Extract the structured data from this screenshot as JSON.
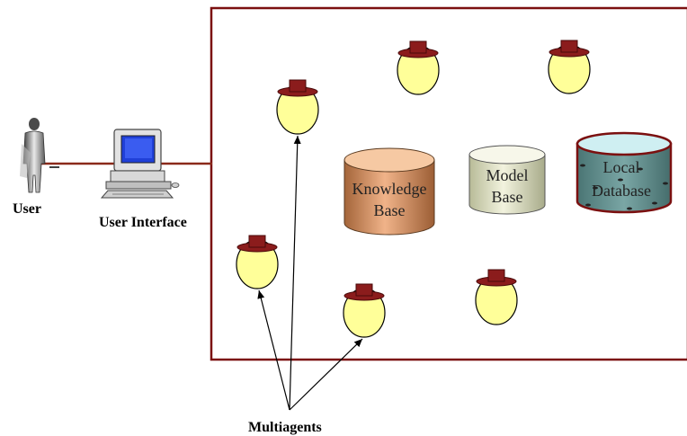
{
  "labels": {
    "user": "User",
    "user_interface": "User Interface",
    "multiagents": "Multiagents"
  },
  "databases": {
    "knowledge_base": {
      "line1": "Knowledge",
      "line2": "Base"
    },
    "model_base": {
      "line1": "Model",
      "line2": "Base"
    },
    "local_database": {
      "line1": "Local",
      "line2": "Database"
    }
  },
  "colors": {
    "frame": "#7b1010",
    "agent_hat": "#8b1c1c",
    "agent_body": "#ffff99",
    "knowledge_base": "#d9925a",
    "model_base": "#dfe3c0",
    "local_database": "#5f8f8e",
    "connector": "#8b2a1a"
  },
  "icons": {
    "user": "person-figure-icon",
    "user_interface": "desktop-computer-icon",
    "agent": "agent-hat-icon",
    "database": "cylinder-database-icon"
  }
}
